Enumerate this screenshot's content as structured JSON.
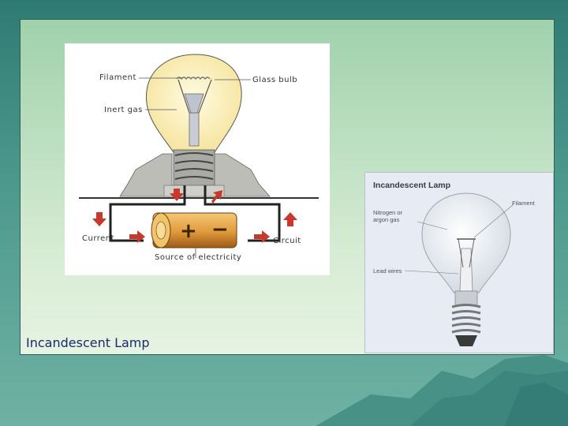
{
  "slide": {
    "caption": "Incandescent Lamp"
  },
  "left_diagram": {
    "labels": {
      "filament": "Filament",
      "glass_bulb": "Glass bulb",
      "inert_gas": "Inert gas",
      "current": "Current",
      "circuit": "Circuit",
      "source": "Source of electricity"
    },
    "battery_plus": "+",
    "battery_minus": "−"
  },
  "right_diagram": {
    "title": "Incandescent Lamp",
    "labels": {
      "filament": "Filament",
      "gas_line1": "Nitrogen or",
      "gas_line2": "argon gas",
      "lead_wires": "Lead wires"
    }
  },
  "colors": {
    "background": "#4f9a8f",
    "panel": "#c6e4c6",
    "arrow_red": "#c9382c",
    "caption": "#1a2a6a"
  }
}
